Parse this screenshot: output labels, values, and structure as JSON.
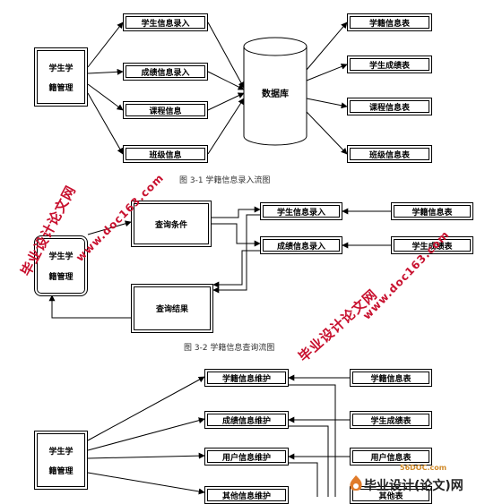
{
  "figure1": {
    "side": [
      "学生学",
      "籍管理"
    ],
    "inputs": [
      "学生信息录入",
      "成绩信息录入",
      "课程信息",
      "班级信息"
    ],
    "database": "数据库",
    "outputs": [
      "学籍信息表",
      "学生成绩表",
      "课程信息表",
      "班级信息表"
    ],
    "caption": "图 3-1  学籍信息录入流图"
  },
  "figure2": {
    "side": [
      "学生学",
      "籍管理"
    ],
    "query_condition": "查询条件",
    "query_result": "查询结果",
    "middle": [
      "学生信息录入",
      "成绩信息录入"
    ],
    "tables": [
      "学籍信息表",
      "学生成绩表"
    ],
    "caption": "图 3-2  学籍信息查询流图"
  },
  "figure3": {
    "side": [
      "学生学",
      "籍管理"
    ],
    "maint": [
      "学籍信息维护",
      "成绩信息维护",
      "用户信息维护",
      "其他信息维护"
    ],
    "tables": [
      "学籍信息表",
      "学生成绩表",
      "用户信息表",
      "其他表"
    ]
  },
  "watermark": {
    "cn": "毕业设计论文网",
    "url": "www.doc163.com",
    "logo_site": "56DOC.com",
    "logo_text": "毕业设计(论文)网"
  }
}
